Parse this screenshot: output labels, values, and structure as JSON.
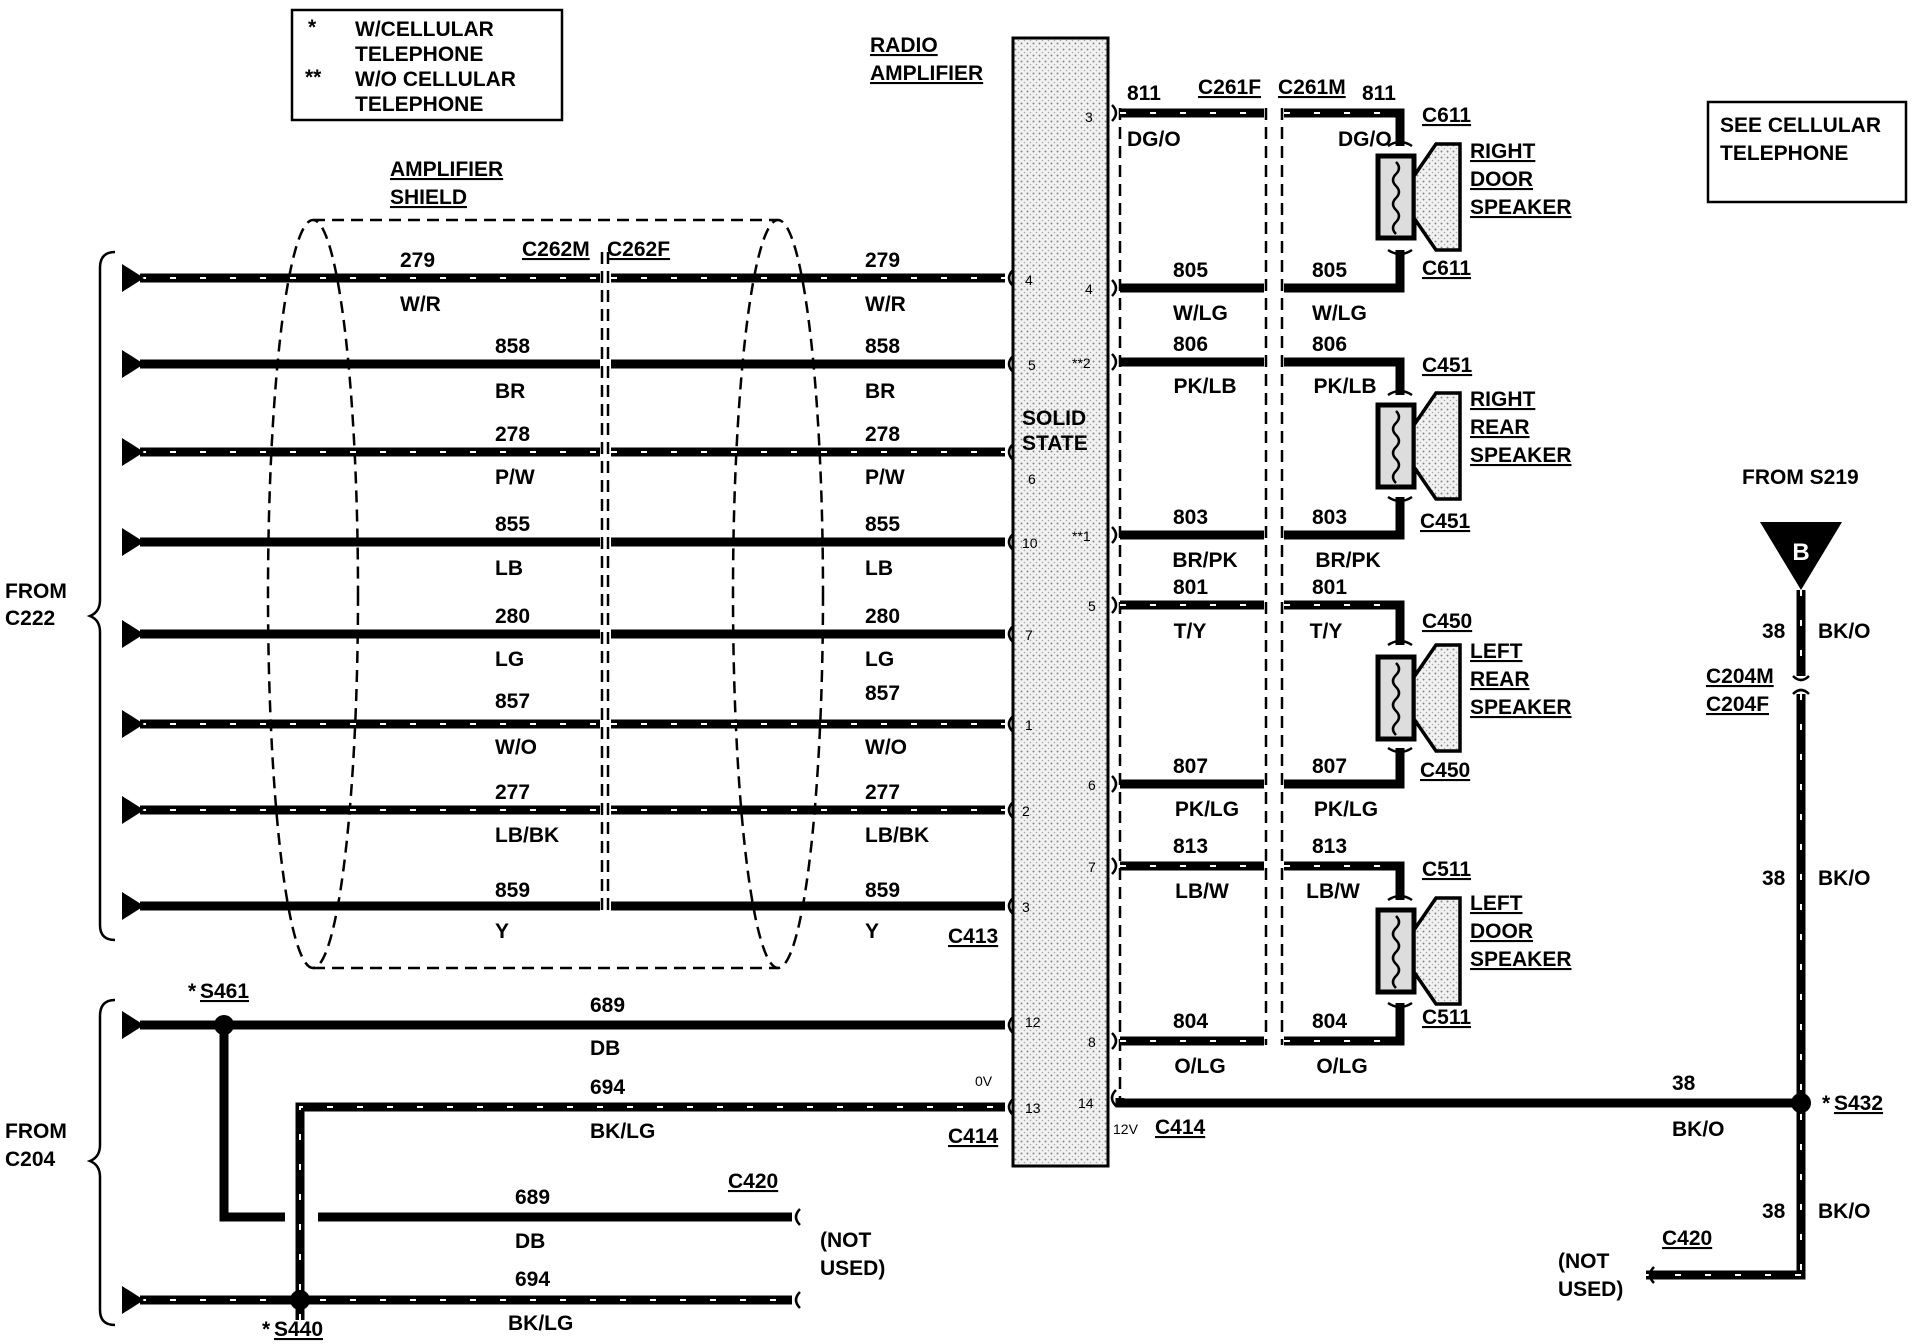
{
  "legend": {
    "star_single": "*",
    "with_cell_line1": "W/CELLULAR",
    "with_cell_line2": "TELEPHONE",
    "star_double": "**",
    "without_cell_line1": "W/O CELLULAR",
    "without_cell_line2": "TELEPHONE"
  },
  "radio_amplifier": {
    "line1": "RADIO",
    "line2": "AMPLIFIER",
    "solid1": "SOLID",
    "solid2": "STATE"
  },
  "amplifier_shield": {
    "line1": "AMPLIFIER",
    "line2": "SHIELD"
  },
  "see_cellular": {
    "line1": "SEE CELLULAR",
    "line2": "TELEPHONE"
  },
  "from_c222": {
    "line1": "FROM",
    "line2": "C222"
  },
  "from_c204": {
    "line1": "FROM",
    "line2": "C204"
  },
  "from_s219": "FROM S219",
  "connectors": {
    "c262m": "C262M",
    "c262f": "C262F",
    "c261f": "C261F",
    "c261m": "C261M",
    "c413": "C413",
    "c414_left": "C414",
    "c414_right": "C414",
    "c420_left": "C420",
    "c420_right": "C420",
    "c204m": "C204M",
    "c204f": "C204F",
    "s461": "S461",
    "s440": "S440",
    "s432": "S432",
    "star": "*"
  },
  "left_wires": [
    {
      "num": "279",
      "color": "W/R",
      "pin": "4"
    },
    {
      "num": "858",
      "color": "BR",
      "pin": "5"
    },
    {
      "num": "278",
      "color": "P/W",
      "pin": "6"
    },
    {
      "num": "855",
      "color": "LB",
      "pin": "10"
    },
    {
      "num": "280",
      "color": "LG",
      "pin": "7"
    },
    {
      "num": "857",
      "color": "W/O",
      "pin": "1"
    },
    {
      "num": "277",
      "color": "LB/BK",
      "pin": "2"
    },
    {
      "num": "859",
      "color": "Y",
      "pin": "3"
    }
  ],
  "right_wires": [
    {
      "num": "811",
      "color": "DG/O",
      "pin": "3"
    },
    {
      "num": "805",
      "color": "W/LG",
      "pin": "4"
    },
    {
      "num": "806",
      "color": "PK/LB",
      "pin": "**2"
    },
    {
      "num": "803",
      "color": "BR/PK",
      "pin": "**1"
    },
    {
      "num": "801",
      "color": "T/Y",
      "pin": "5"
    },
    {
      "num": "807",
      "color": "PK/LG",
      "pin": "6"
    },
    {
      "num": "813",
      "color": "LB/W",
      "pin": "7"
    },
    {
      "num": "804",
      "color": "O/LG",
      "pin": "8"
    }
  ],
  "speakers": [
    {
      "conn": "C611",
      "line1": "RIGHT",
      "line2": "DOOR",
      "line3": "SPEAKER"
    },
    {
      "conn": "C451",
      "line1": "RIGHT",
      "line2": "REAR",
      "line3": "SPEAKER"
    },
    {
      "conn": "C450",
      "line1": "LEFT",
      "line2": "REAR",
      "line3": "SPEAKER"
    },
    {
      "conn": "C511",
      "line1": "LEFT",
      "line2": "DOOR",
      "line3": "SPEAKER"
    }
  ],
  "bottom_wires": {
    "w689": "689",
    "db": "DB",
    "pin12": "12",
    "w694": "694",
    "bklg": "BK/LG",
    "pin13": "13",
    "zero_v": "0V",
    "pin14": "14",
    "twelve_v": "12V",
    "w38": "38",
    "bko": "BK/O"
  },
  "not_used": {
    "line1": "(NOT",
    "line2": "USED)"
  },
  "ground_letter": "B"
}
